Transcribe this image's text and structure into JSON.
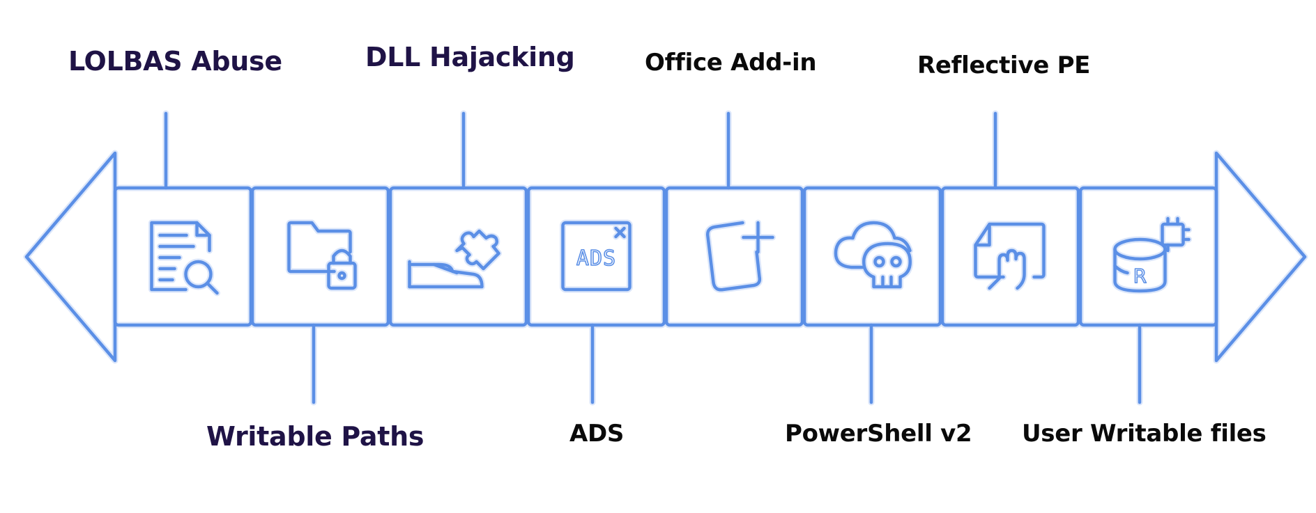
{
  "diagram": {
    "colors": {
      "stroke": "#5b8fe6",
      "halo": "#dbe6fa",
      "label_dark_purple": "#1f1346",
      "label_black": "#0a0a0a"
    },
    "items": [
      {
        "label": "LOLBAS Abuse",
        "label_position": "top",
        "icon": "document-search-icon",
        "label_color": "#1f1346"
      },
      {
        "label": "Writable Paths",
        "label_position": "bottom",
        "icon": "folder-lock-icon",
        "label_color": "#1f1346"
      },
      {
        "label": "DLL Hajacking",
        "label_position": "top",
        "icon": "hand-puzzle-icon",
        "label_color": "#1f1346"
      },
      {
        "label": "ADS",
        "label_position": "bottom",
        "icon": "ads-window-icon",
        "label_color": "#0a0a0a"
      },
      {
        "label": "Office Add-in",
        "label_position": "top",
        "icon": "add-square-icon",
        "label_color": "#0a0a0a"
      },
      {
        "label": "PowerShell v2",
        "label_position": "bottom",
        "icon": "cloud-skull-icon",
        "label_color": "#0a0a0a"
      },
      {
        "label": "Reflective PE",
        "label_position": "top",
        "icon": "document-hand-icon",
        "label_color": "#0a0a0a"
      },
      {
        "label": "User Writable files",
        "label_position": "bottom",
        "icon": "database-chip-icon",
        "label_color": "#0a0a0a"
      }
    ],
    "ads_icon_text": "ADS",
    "database_icon_letter": "R"
  }
}
